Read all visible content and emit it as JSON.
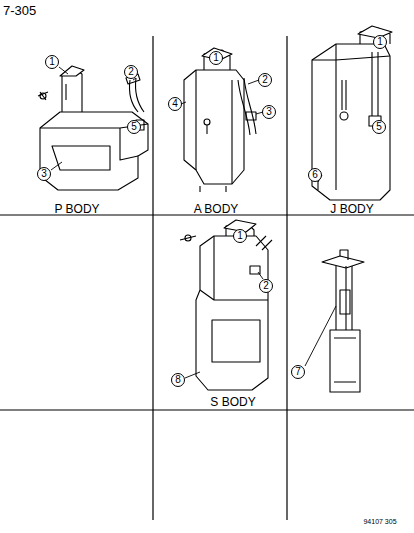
{
  "diagram": {
    "nodes": [
      {
        "text": [
          "1"
        ]
      },
      {
        "text": [
          "2"
        ]
      },
      {
        "text": [
          "5"
        ]
      },
      {
        "text": [
          "3"
        ]
      },
      {
        "text": [
          "1"
        ]
      },
      {
        "text": [
          "2"
        ]
      },
      {
        "text": [
          "4"
        ]
      },
      {
        "text": [
          "3"
        ]
      },
      {
        "text": [
          "1"
        ]
      },
      {
        "text": [
          "5"
        ]
      },
      {
        "text": [
          "6"
        ]
      },
      {
        "text": [
          "1"
        ]
      },
      {
        "text": [
          "2"
        ]
      },
      {
        "text": [
          "7"
        ]
      },
      {
        "text": [
          "8"
        ]
      }
    ],
    "labels": [
      "7-305",
      "P BODY",
      "A BODY",
      "J BODY",
      "S BODY",
      "94107 305"
    ]
  }
}
